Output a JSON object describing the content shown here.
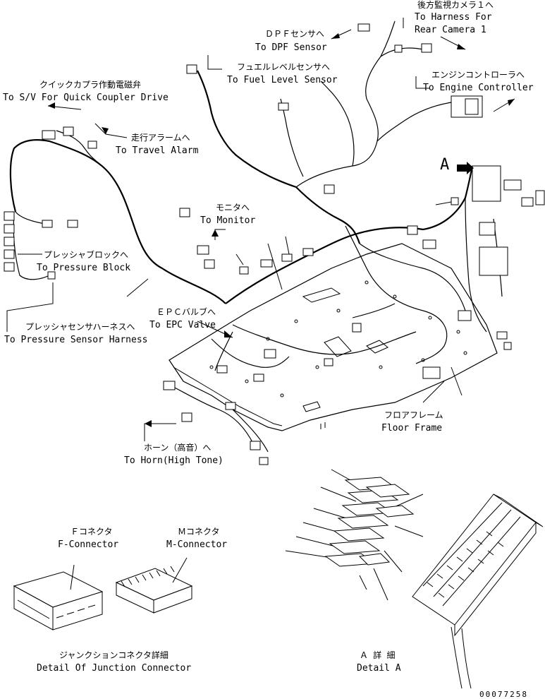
{
  "labels": {
    "rear_camera_jp": "後方監視カメラ１へ",
    "rear_camera_en1": "To Harness For",
    "rear_camera_en2": "Rear Camera 1",
    "dpf_jp": "ＤＰＦセンサへ",
    "dpf_en": "To DPF Sensor",
    "fuel_jp": "フュエルレベルセンサへ",
    "fuel_en": "To Fuel Level Sensor",
    "engine_jp": "エンジンコントローラへ",
    "engine_en": "To Engine Controller",
    "quick_jp": "クイックカプラ作動電磁弁",
    "quick_en": "To S/V For Quick Coupler Drive",
    "travel_jp": "走行アラームへ",
    "travel_en": "To Travel Alarm",
    "monitor_jp": "モニタへ",
    "monitor_en": "To Monitor",
    "pressure_block_jp": "プレッシャブロックへ",
    "pressure_block_en": "To Pressure Block",
    "epc_jp": "ＥＰＣバルブへ",
    "epc_en": "To EPC Valve",
    "pressure_sensor_jp": "プレッシャセンサハーネスへ",
    "pressure_sensor_en": "To Pressure Sensor Harness",
    "floor_jp": "フロアフレーム",
    "floor_en": "Floor Frame",
    "horn_jp": "ホーン（高音）へ",
    "horn_en": "To Horn(High Tone)",
    "f_connector_jp": "Ｆコネクタ",
    "f_connector_en": "F-Connector",
    "m_connector_jp": "Ｍコネクタ",
    "m_connector_en": "M-Connector",
    "junction_jp": "ジャンクションコネクタ詳細",
    "junction_en": "Detail Of Junction Connector",
    "detail_a_jp": "Ａ 詳 細",
    "detail_a_en": "Detail A",
    "view_a": "A",
    "drawing_number": "00077258"
  }
}
